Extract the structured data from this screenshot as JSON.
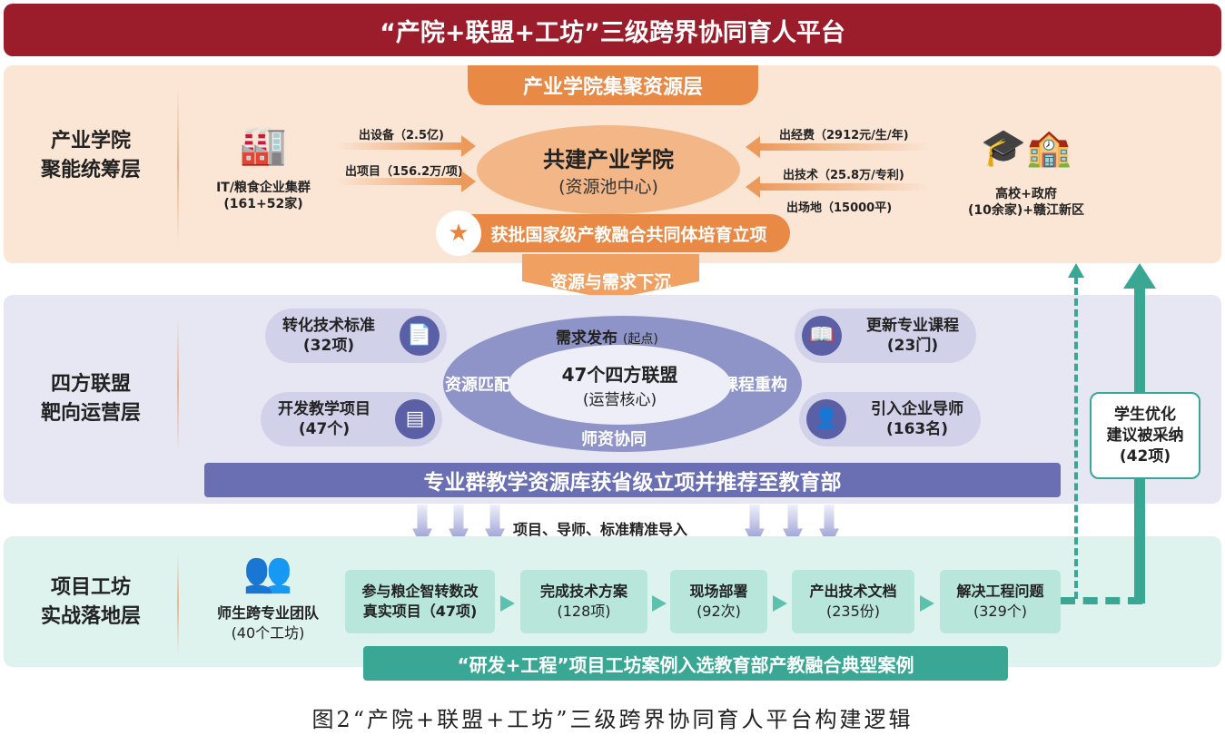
{
  "title": "“产院+联盟+工坊”三级跨界协同育人平台",
  "layer1": {
    "label_line1": "产业学院",
    "label_line2": "聚能统筹层",
    "tab": "产业学院集聚资源层",
    "center_title": "共建产业学院",
    "center_sub": "(资源池中心)",
    "left_entity_line1": "IT/粮食企业集群",
    "left_entity_line2": "(161+52家)",
    "left_inputs": [
      "出设备（2.5亿)",
      "出项目（156.2万/项)"
    ],
    "right_inputs": [
      "出经费（2912元/生/年)",
      "出技术（25.8万/专利)",
      "出场地（15000平)"
    ],
    "right_entity_line1": "高校+政府",
    "right_entity_line2": "(10余家)+赣江新区",
    "badge": "获批国家级产教融合共同体培育立项",
    "down_arrow": "资源与需求下沉"
  },
  "layer2": {
    "label_line1": "四方联盟",
    "label_line2": "靶向运营层",
    "pills": [
      {
        "title": "转化技术标准",
        "value": "(32项)"
      },
      {
        "title": "开发教学项目",
        "value": "(47个)"
      },
      {
        "title": "更新专业课程",
        "value": "(23门)"
      },
      {
        "title": "引入企业导师",
        "value": "(163名)"
      }
    ],
    "cycle": {
      "top": "需求发布",
      "top_note": "(起点)",
      "left": "资源匹配",
      "right": "课程重构",
      "bottom": "师资协同",
      "core": "47个四方联盟",
      "core_sub": "(运营核心)"
    },
    "bar": "专业群教学资源库获省级立项并推荐至教育部",
    "down_label": "项目、导师、标准精准导入"
  },
  "layer3": {
    "label_line1": "项目工坊",
    "label_line2": "实战落地层",
    "team": "师生跨专业团队",
    "team_sub": "(40个工坊)",
    "steps": [
      {
        "title": "参与粮企智转数改",
        "sub": "真实项目（47项)"
      },
      {
        "title": "完成技术方案",
        "sub": "(128项)"
      },
      {
        "title": "现场部署",
        "sub": "(92次)"
      },
      {
        "title": "产出技术文档",
        "sub": "(235份)"
      },
      {
        "title": "解决工程问题",
        "sub": "(329个)"
      }
    ],
    "bar": "“研发+工程”项目工坊案例入选教育部产教融合典型案例"
  },
  "feedback": {
    "line1": "学生优化",
    "line2": "建议被采纳",
    "value": "(42项)"
  },
  "caption": "图2“产院+联盟+工坊”三级跨界协同育人平台构建逻辑"
}
